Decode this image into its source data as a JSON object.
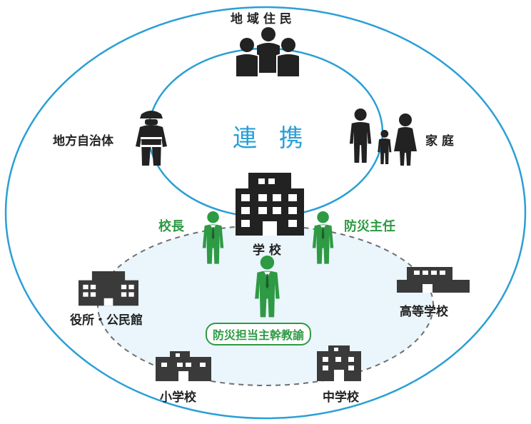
{
  "diagram": {
    "center_label": "連 携",
    "community": "地 域 住 民",
    "local_government": "地方自治体",
    "family": "家 庭",
    "school": "学 校",
    "principal": "校長",
    "disaster_manager": "防災主任",
    "coordinator": "防災担当主幹教諭",
    "city_hall": "役所・公民館",
    "high_school": "高等学校",
    "elementary_school": "小学校",
    "junior_high_school": "中学校"
  },
  "colors": {
    "outer_ring": "#2a9fd6",
    "green": "#2e9a44",
    "dark": "#222222",
    "zone_fill": "#eaf5fc"
  },
  "icons": [
    "community-icon",
    "firefighter-icon",
    "family-icon",
    "school-building-icon",
    "person-icon",
    "building-icon"
  ]
}
